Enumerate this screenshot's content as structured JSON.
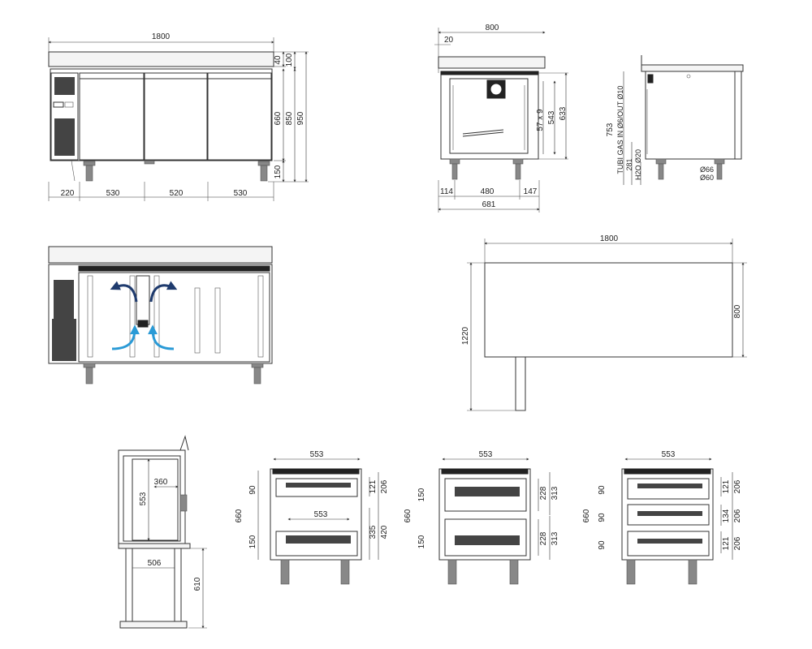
{
  "colors": {
    "line": "#333333",
    "airflow_dark": "#1f3b6e",
    "airflow_light": "#2a9ad6"
  },
  "front_view": {
    "width": "1800",
    "height_top": "40",
    "height_total_top": "100",
    "body_height": "660",
    "height_850": "850",
    "height_950": "950",
    "leg_height": "150",
    "bottom": [
      "220",
      "530",
      "520",
      "530"
    ]
  },
  "side_view": {
    "depth": "800",
    "back_offset": "20",
    "rail": "57 x 9",
    "inner_543": "543",
    "inner_633": "633",
    "bottom": [
      "114",
      "480",
      "147"
    ],
    "overall_bottom": "681"
  },
  "connection_view": {
    "height_753": "753",
    "gas_label": "TUBI GAS IN Ø6/OUT Ø10",
    "h281": "281",
    "h2o_label": "H2O Ø20",
    "d66": "Ø66",
    "d60": "Ø60"
  },
  "corner_top": {
    "width": "1800",
    "depth": "800",
    "length": "1220"
  },
  "section_view": {
    "w553": "553",
    "w360": "360",
    "w506": "506",
    "h610": "610"
  },
  "drawer_2": {
    "top": "553",
    "inner": "553",
    "body": "660",
    "left": [
      "90",
      "150"
    ],
    "right": [
      "121",
      "206",
      "335",
      "420"
    ]
  },
  "drawer_2eq": {
    "top": "553",
    "body": "660",
    "left": [
      "150",
      "150"
    ],
    "right": [
      "228",
      "313",
      "228",
      "313"
    ]
  },
  "drawer_3": {
    "top": "553",
    "body": "660",
    "left": [
      "90",
      "90",
      "90"
    ],
    "right": [
      "121",
      "206",
      "134",
      "206",
      "121",
      "206"
    ]
  }
}
